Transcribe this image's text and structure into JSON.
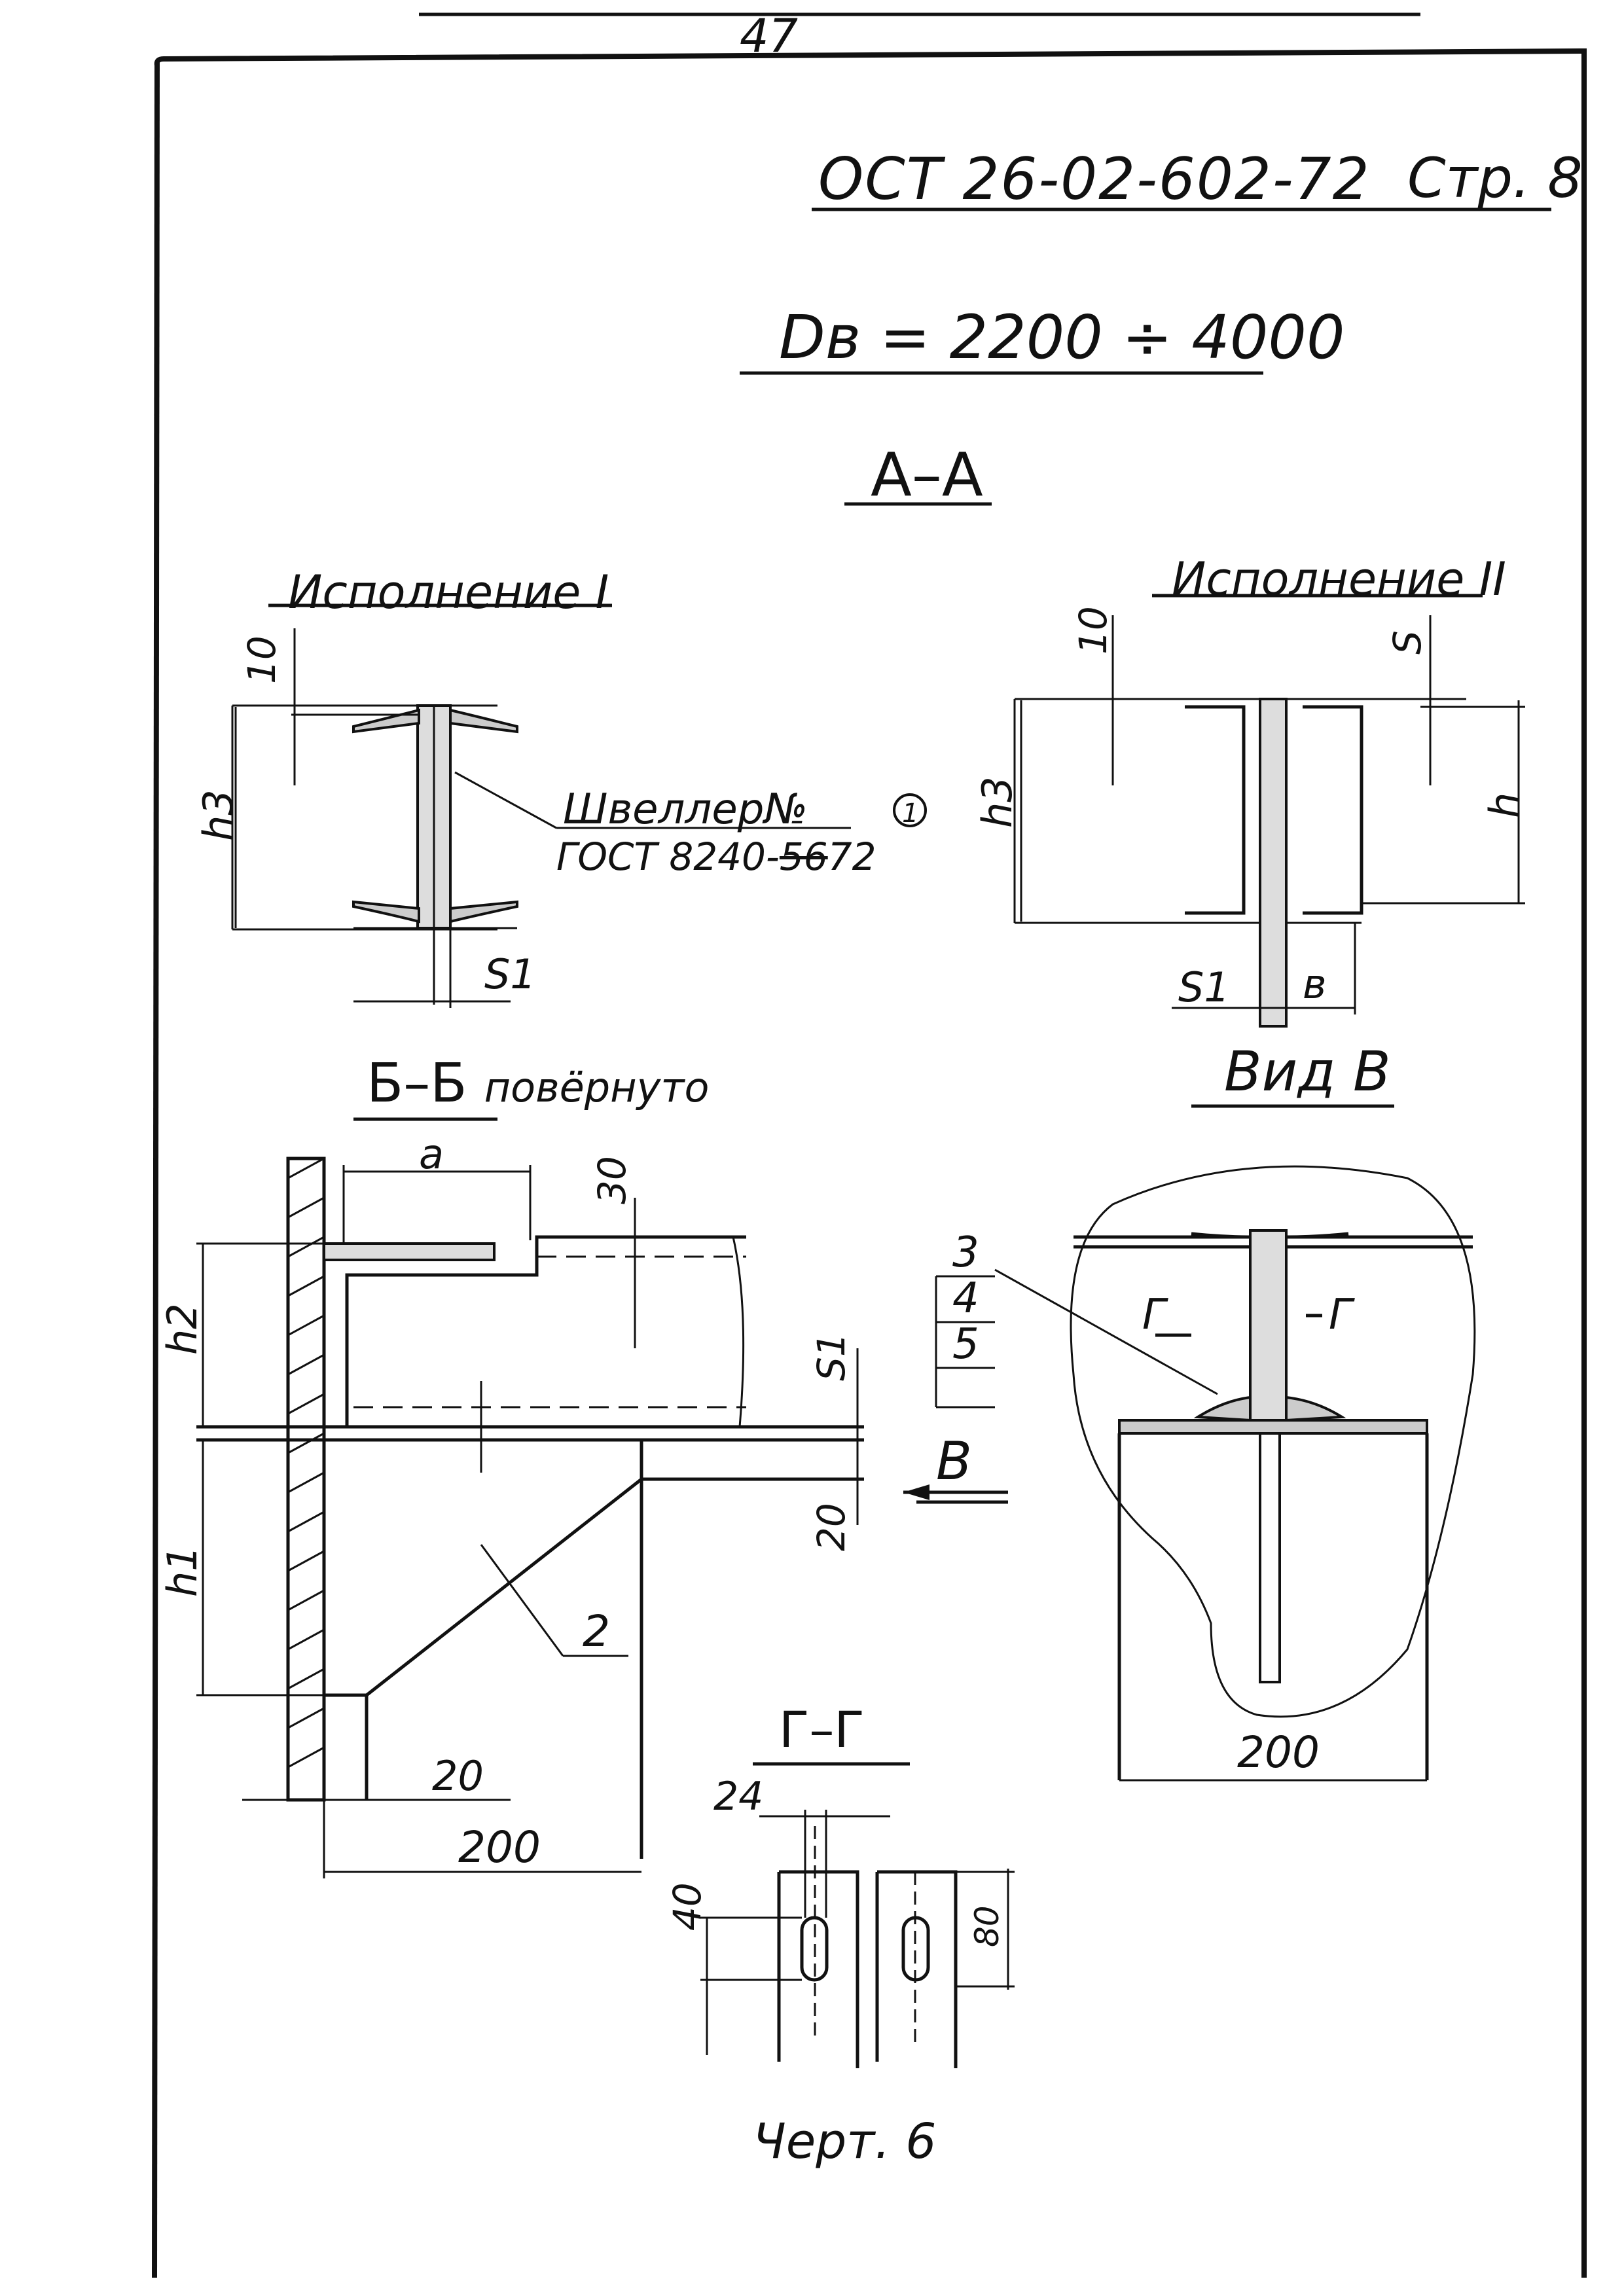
{
  "page_number": "47",
  "header": {
    "standard": "ОСТ 26-02-602-72",
    "page_label": "Стр. 8"
  },
  "diameter_range": "Dв = 2200 ÷ 4000",
  "section_aa": {
    "title": "А–А",
    "variant1": {
      "title": "Исполнение I",
      "dim_top": "10",
      "dim_height": "h3",
      "dim_thickness": "S1"
    },
    "variant2": {
      "title": "Исполнение II",
      "dim_top": "10",
      "dim_s": "S",
      "dim_height": "h3",
      "dim_h": "h",
      "dim_s1": "S1",
      "dim_b": "в"
    }
  },
  "channel_note": {
    "line1": "Швеллер№",
    "line2_prefix": "ГОСТ 8240-",
    "line2_struck": "56",
    "line2_suffix": "72",
    "callout": "1"
  },
  "section_bb": {
    "title": "Б–Б",
    "subtitle": "повёрнуто",
    "dim_a": "a",
    "dim_30": "30",
    "dim_h2": "h2",
    "dim_s1": "S1",
    "dim_h1": "h1",
    "dim_20_right": "20",
    "dim_20_bottom": "20",
    "dim_200": "200",
    "callout_2": "2",
    "view_arrow": "В"
  },
  "view_v": {
    "title": "Вид В",
    "callouts": [
      "3",
      "4",
      "5"
    ],
    "cut_left": "Г",
    "cut_right": "Г",
    "dim_200": "200"
  },
  "section_gg": {
    "title": "Г–Г",
    "dim_24": "24",
    "dim_40": "40",
    "dim_80": "80"
  },
  "figure_caption": "Черт. 6"
}
